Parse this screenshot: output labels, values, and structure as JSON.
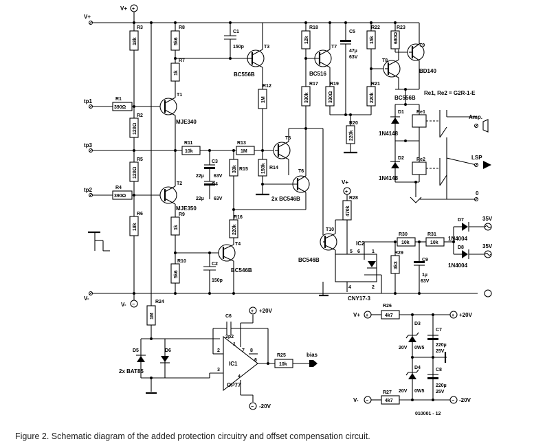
{
  "caption": "Figure 2. Schematic diagram of the added protection circuitry and offset compensation circuit.",
  "rails": {
    "vplus": "V+",
    "vminus": "V-",
    "p20": "+20V",
    "m20": "-20V"
  },
  "nodes": {
    "tp1": "tp1",
    "tp2": "tp2",
    "tp3": "tp3",
    "bias": "bias",
    "amp": "Amp.",
    "lsp": "LSP",
    "zero": "0",
    "ac35": "35V"
  },
  "resistors": [
    {
      "ref": "R1",
      "val": "390Ω"
    },
    {
      "ref": "R2",
      "val": "120Ω"
    },
    {
      "ref": "R3",
      "val": "18k"
    },
    {
      "ref": "R4",
      "val": "390Ω"
    },
    {
      "ref": "R5",
      "val": "120Ω"
    },
    {
      "ref": "R6",
      "val": "18k"
    },
    {
      "ref": "R7",
      "val": "1k"
    },
    {
      "ref": "R8",
      "val": "5k6"
    },
    {
      "ref": "R9",
      "val": "1k"
    },
    {
      "ref": "R10",
      "val": "5k6"
    },
    {
      "ref": "R11",
      "val": "10k"
    },
    {
      "ref": "R12",
      "val": "1M"
    },
    {
      "ref": "R13",
      "val": "1M"
    },
    {
      "ref": "R14",
      "val": "150k"
    },
    {
      "ref": "R15",
      "val": "33k"
    },
    {
      "ref": "R16",
      "val": "220k"
    },
    {
      "ref": "R17",
      "val": "330k"
    },
    {
      "ref": "R18",
      "val": "12k"
    },
    {
      "ref": "R19",
      "val": "330Ω"
    },
    {
      "ref": "R20",
      "val": "220k"
    },
    {
      "ref": "R21",
      "val": "220k"
    },
    {
      "ref": "R22",
      "val": "15k"
    },
    {
      "ref": "R23",
      "val": "680Ω"
    },
    {
      "ref": "R24",
      "val": "1M"
    },
    {
      "ref": "R25",
      "val": "10k"
    },
    {
      "ref": "R26",
      "val": "4k7"
    },
    {
      "ref": "R27",
      "val": "4k7"
    },
    {
      "ref": "R28",
      "val": "470k"
    },
    {
      "ref": "R29",
      "val": "3k3"
    },
    {
      "ref": "R30",
      "val": "10k"
    },
    {
      "ref": "R31",
      "val": "10k"
    }
  ],
  "capacitors": [
    {
      "ref": "C1",
      "val": "150p"
    },
    {
      "ref": "C2",
      "val": "150p"
    },
    {
      "ref": "C3",
      "val": "22µ",
      "v": "63V"
    },
    {
      "ref": "C4",
      "val": "22µ",
      "v": "63V"
    },
    {
      "ref": "C5",
      "val": "47µ",
      "v": "63V"
    },
    {
      "ref": "C6",
      "val": "2p2"
    },
    {
      "ref": "C7",
      "val": "220µ",
      "v": "25V"
    },
    {
      "ref": "C8",
      "val": "220µ",
      "v": "25V"
    },
    {
      "ref": "C9",
      "val": "1µ",
      "v": "63V"
    }
  ],
  "transistors": [
    {
      "ref": "T1",
      "type": "MJE340"
    },
    {
      "ref": "T2",
      "type": "MJE350"
    },
    {
      "ref": "T3",
      "type": "BC556B"
    },
    {
      "ref": "T4",
      "type": "BC546B"
    },
    {
      "ref": "T5",
      "type": ""
    },
    {
      "ref": "T6",
      "type": ""
    },
    {
      "ref": "T56note",
      "type": "2x BC546B"
    },
    {
      "ref": "T7",
      "type": "BC516"
    },
    {
      "ref": "T8",
      "type": "BC556B"
    },
    {
      "ref": "T9",
      "type": "BD140"
    },
    {
      "ref": "T10",
      "type": "BC546B"
    }
  ],
  "diodes": [
    {
      "ref": "D1",
      "type": "1N4148"
    },
    {
      "ref": "D2",
      "type": "1N4148"
    },
    {
      "ref": "D3",
      "type": "20V",
      "p": "0W5"
    },
    {
      "ref": "D4",
      "type": "20V",
      "p": "0W5"
    },
    {
      "ref": "D56",
      "type": "2x BAT85"
    },
    {
      "ref": "D5",
      "type": ""
    },
    {
      "ref": "D6",
      "type": ""
    },
    {
      "ref": "D7",
      "type": "1N4004"
    },
    {
      "ref": "D8",
      "type": "1N4004"
    }
  ],
  "ics": [
    {
      "ref": "IC1",
      "type": "OP77",
      "pins": [
        "1",
        "2",
        "3",
        "4",
        "6",
        "7",
        "8"
      ]
    },
    {
      "ref": "IC2",
      "type": "CNY17-3",
      "pins": [
        "5",
        "6",
        "4",
        "2",
        "1"
      ]
    }
  ],
  "relays": {
    "re1": "Re1",
    "re2": "Re2",
    "spec": "Re1, Re2 = G2R-1-E"
  },
  "code": "010001 - 12"
}
